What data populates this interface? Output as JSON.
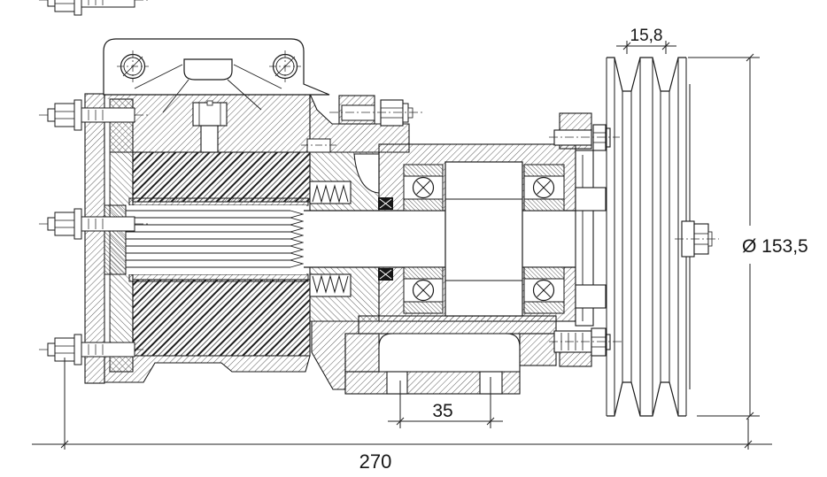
{
  "drawing": {
    "kind": "sectional technical drawing",
    "background": "#ffffff",
    "line_color": "#1a1a1a"
  },
  "dimensions": {
    "groove_pitch": "15,8",
    "pulley_diameter": "Ø 153,5",
    "foot_slot_spacing": "35",
    "overall_length": "270"
  }
}
